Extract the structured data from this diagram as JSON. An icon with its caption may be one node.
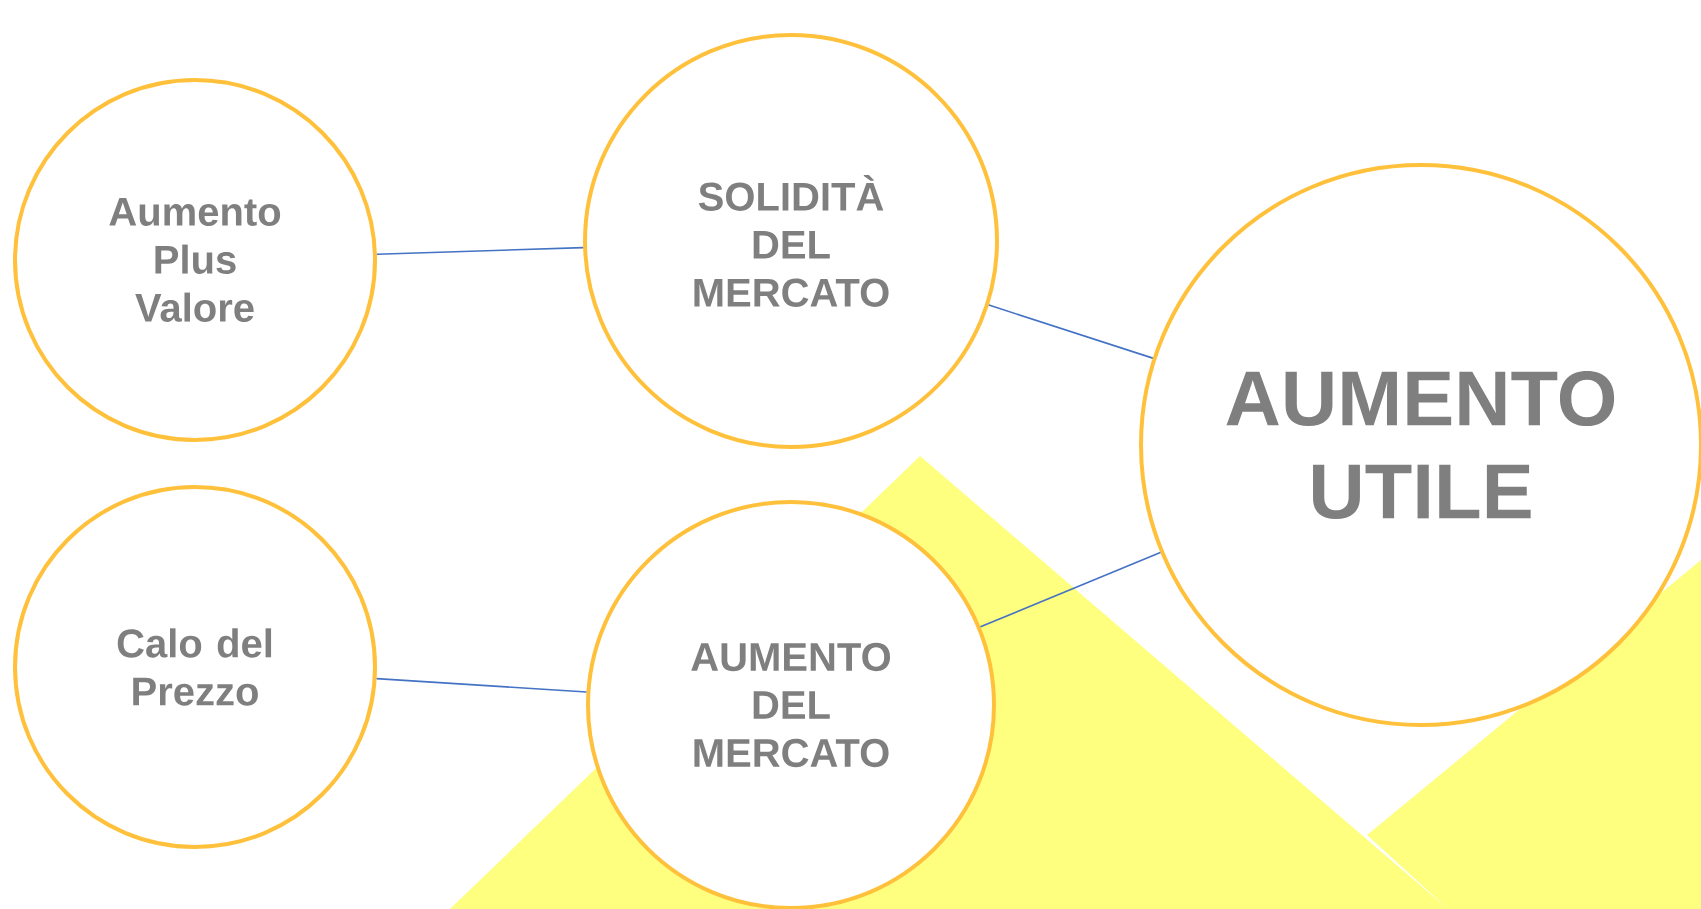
{
  "diagram": {
    "nodes": [
      {
        "text": [
          "Aumento Plus Valore"
        ]
      },
      {
        "text": [
          "SOLIDITÀ DEL MERCATO"
        ]
      },
      {
        "text": [
          "AUMENTO UTILE"
        ]
      },
      {
        "text": [
          "Calo del Prezzo"
        ]
      },
      {
        "text": [
          "AUMENTO DEL MERCATO"
        ]
      }
    ],
    "edges": [
      {
        "from": 0,
        "to": 1,
        "arrow": "none"
      },
      {
        "from": 1,
        "to": 2,
        "arrow": "none"
      },
      {
        "from": 3,
        "to": 4,
        "arrow": "none"
      },
      {
        "from": 4,
        "to": 2,
        "arrow": "none"
      }
    ]
  }
}
